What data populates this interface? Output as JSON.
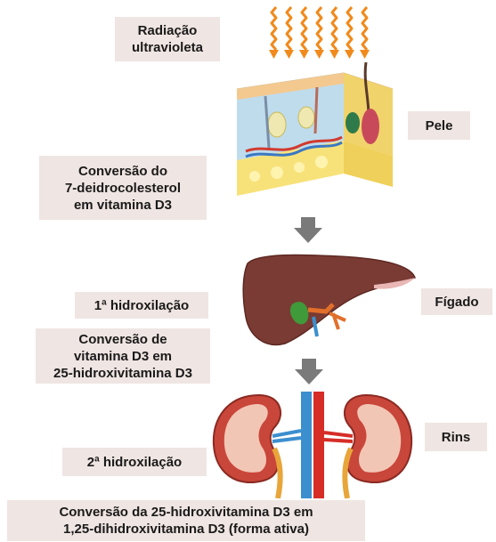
{
  "labels": {
    "uv": [
      "Radiação",
      "ultravioleta"
    ],
    "skin": "Pele",
    "conversion1": [
      "Conversão do",
      "7-deidrocolesterol",
      "em vitamina D3"
    ],
    "hydroxylation1": "1ª hidroxilação",
    "liver": "Fígado",
    "conversion2": [
      "Conversão de",
      "vitamina D3 em",
      "25-hidroxivitamina D3"
    ],
    "hydroxylation2": "2ª hidroxilação",
    "kidneys": "Rins",
    "conversion3": [
      "Conversão da 25-hidroxivitamina D3 em",
      "1,25-dihidroxivitamina D3 (forma ativa)"
    ]
  },
  "colors": {
    "label_bg": "#efe5e2",
    "uv_ray": "#f08a1c",
    "flow_arrow": "#7a7a7a",
    "liver": "#7a3b34",
    "kidney": "#c9463a",
    "artery": "#d62d27",
    "vein": "#3b8fcf",
    "ureter": "#e8a53a"
  },
  "icons": [
    "uv-rays-icon",
    "skin-cross-section-icon",
    "liver-icon",
    "kidneys-icon",
    "down-arrow-icon"
  ]
}
